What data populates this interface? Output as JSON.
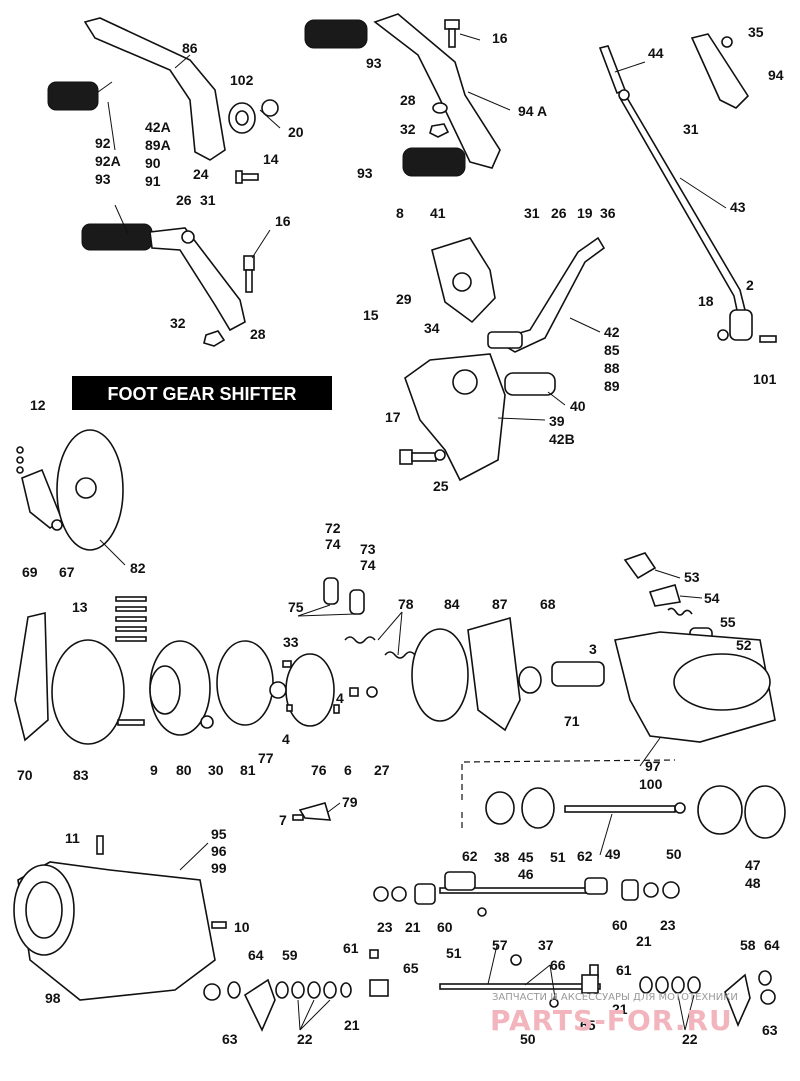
{
  "title": "FOOT GEAR SHIFTER",
  "watermark": {
    "line1": "ЗАПЧАСТИ И АКСЕССУАРЫ ДЛЯ МОТОТЕХНИКИ",
    "line2": "PARTS-FOR.RU"
  },
  "labels": {
    "l86": "86",
    "l102": "102",
    "l20": "20",
    "l42A_1": "42A",
    "l89A": "89A",
    "l90": "90",
    "l91": "91",
    "l92": "92",
    "l92A": "92A",
    "l93a": "93",
    "l24": "24",
    "l14": "14",
    "l26a": "26",
    "l31a": "31",
    "l16a": "16",
    "l32a": "32",
    "l28a": "28",
    "l93b": "93",
    "l16b": "16",
    "l28b": "28",
    "l32b": "32",
    "l94A": "94 A",
    "l93c": "93",
    "l44": "44",
    "l35": "35",
    "l94": "94",
    "l31b": "31",
    "l43": "43",
    "l2": "2",
    "l18": "18",
    "l101": "101",
    "l8": "8",
    "l41": "41",
    "l31c": "31",
    "l26b": "26",
    "l19": "19",
    "l36": "36",
    "l29": "29",
    "l15": "15",
    "l34": "34",
    "l42": "42",
    "l85": "85",
    "l88": "88",
    "l89": "89",
    "l40": "40",
    "l17": "17",
    "l39": "39",
    "l42B": "42B",
    "l25": "25",
    "l12": "12",
    "l69": "69",
    "l67": "67",
    "l82": "82",
    "l72": "72",
    "l74a": "74",
    "l73": "73",
    "l74b": "74",
    "l75": "75",
    "l78": "78",
    "l84": "84",
    "l87": "87",
    "l68": "68",
    "l53": "53",
    "l54": "54",
    "l55": "55",
    "l52": "52",
    "l3": "3",
    "l13": "13",
    "l33": "33",
    "l4a": "4",
    "l4b": "4",
    "l70": "70",
    "l83": "83",
    "l9": "9",
    "l80": "80",
    "l30": "30",
    "l81": "81",
    "l77": "77",
    "l76": "76",
    "l6": "6",
    "l27": "27",
    "l71": "71",
    "l97": "97",
    "l100": "100",
    "l79": "79",
    "l7": "7",
    "l38": "38",
    "l45": "45",
    "l46": "46",
    "l51a": "51",
    "l62a": "62",
    "l49": "49",
    "l50a": "50",
    "l47": "47",
    "l48": "48",
    "l11": "11",
    "l95": "95",
    "l96": "96",
    "l99": "99",
    "l10": "10",
    "l62b": "62",
    "l23a": "23",
    "l21a": "21",
    "l60a": "60",
    "l60b": "60",
    "l21b": "21",
    "l23b": "23",
    "l51b": "51",
    "l61a": "61",
    "l57": "57",
    "l37": "37",
    "l66": "66",
    "l61b": "61",
    "l58": "58",
    "l64a": "64",
    "l64b": "64",
    "l98": "98",
    "l63a": "63",
    "l59": "59",
    "l22a": "22",
    "l21c": "21",
    "l65a": "65",
    "l65b": "65",
    "l50b": "50",
    "l21d": "21",
    "l22b": "22",
    "l63b": "63"
  }
}
